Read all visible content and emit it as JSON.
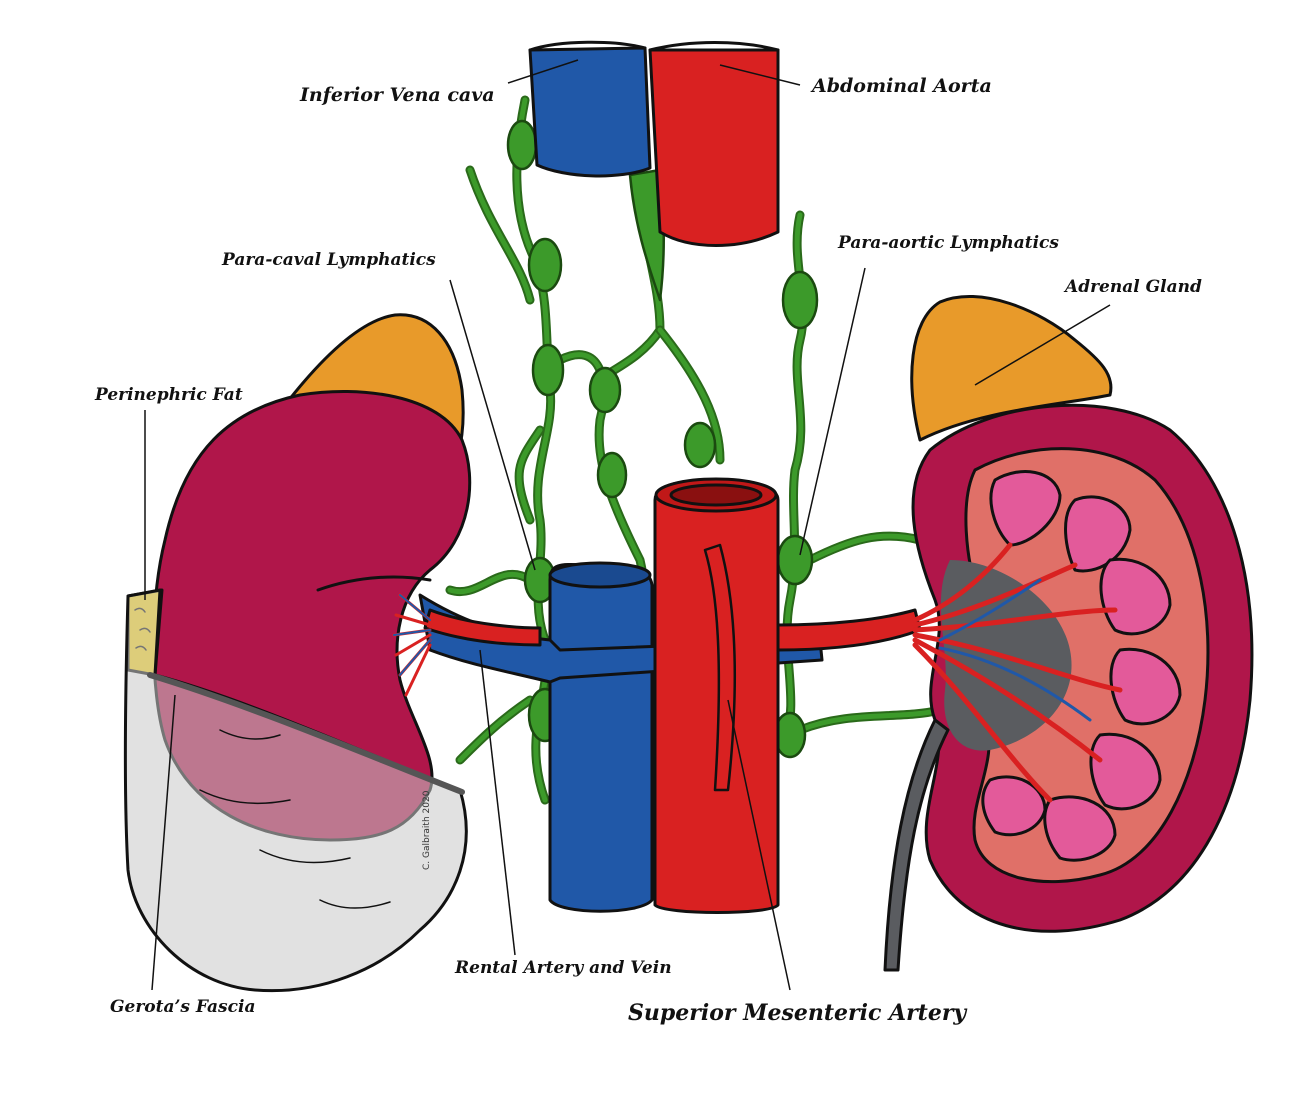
{
  "labels": {
    "inferior_vena_cava": "Inferior Vena cava",
    "abdominal_aorta": "Abdominal Aorta",
    "para_caval_lymphatics": "Para-caval Lymphatics",
    "para_aortic_lymphatics": "Para-aortic Lymphatics",
    "adrenal_gland": "Adrenal Gland",
    "perinephric_fat": "Perinephric Fat",
    "gerotas_fascia": "Gerota’s Fascia",
    "renal_artery_and_vein": "Rental Artery and Vein",
    "superior_mesenteric_artery": "Superior Mesenteric Artery"
  },
  "signature": "C. Galbraith 2020",
  "colors": {
    "vein": "#2058a8",
    "artery": "#d92121",
    "lymph": "#3c9a2a",
    "kidney": "#b0164a",
    "adrenal": "#e89a2a",
    "fat": "#f5d21c",
    "fascia": "#c8c8c8",
    "pyramid": "#e35a9a",
    "cortex_inner": "#e07068",
    "sinus": "#5a5c60"
  }
}
